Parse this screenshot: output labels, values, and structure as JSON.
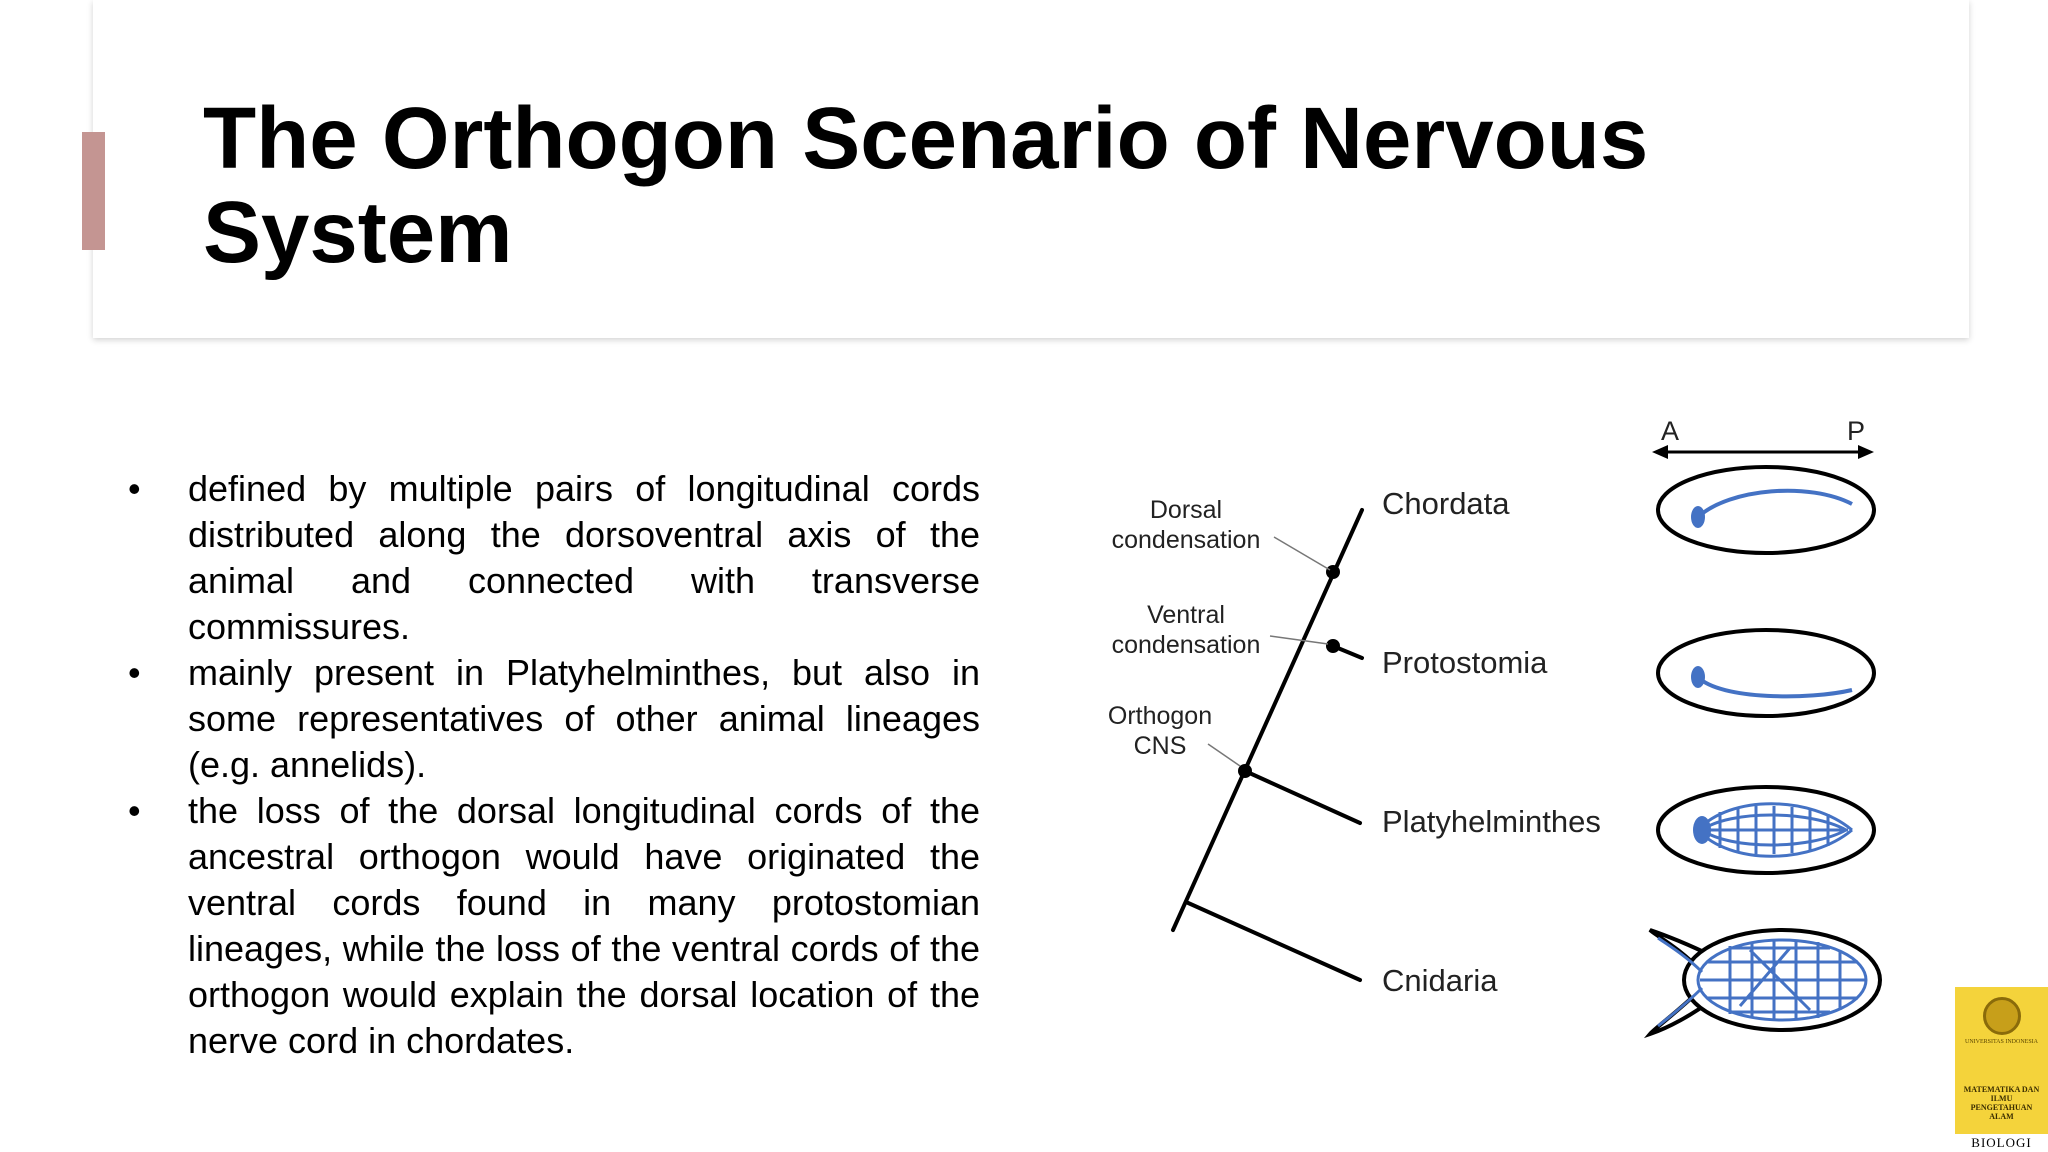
{
  "slide": {
    "title": "The Orthogon Scenario of Nervous System",
    "accent_color": "#c49592",
    "bullets": [
      "defined by multiple pairs of longitudinal cords distributed along the dorsoventral axis of the animal and connected with transverse commissures.",
      "mainly present in Platyhelminthes, but also in some representatives of other animal lineages (e.g. annelids).",
      "the loss of the dorsal longitudinal cords of the ancestral orthogon would have originated the ventral cords found in many protostomian lineages, while the loss of the ventral cords of the orthogon would explain the dorsal location of the nerve cord in chordates."
    ]
  },
  "diagram": {
    "axis": {
      "anterior": "A",
      "posterior": "P"
    },
    "nodes": [
      {
        "line1": "Dorsal",
        "line2": "condensation"
      },
      {
        "line1": "Ventral",
        "line2": "condensation"
      },
      {
        "line1": "Orthogon",
        "line2": "CNS"
      }
    ],
    "taxa": [
      "Chordata",
      "Protostomia",
      "Platyhelminthes",
      "Cnidaria"
    ],
    "nerve_color": "#4472c4"
  },
  "logo": {
    "university": "UNIVERSITAS INDONESIA",
    "faculty": "MATEMATIKA DAN ILMU PENGETAHUAN ALAM",
    "department": "BIOLOGI",
    "color": "#f4d33b"
  }
}
